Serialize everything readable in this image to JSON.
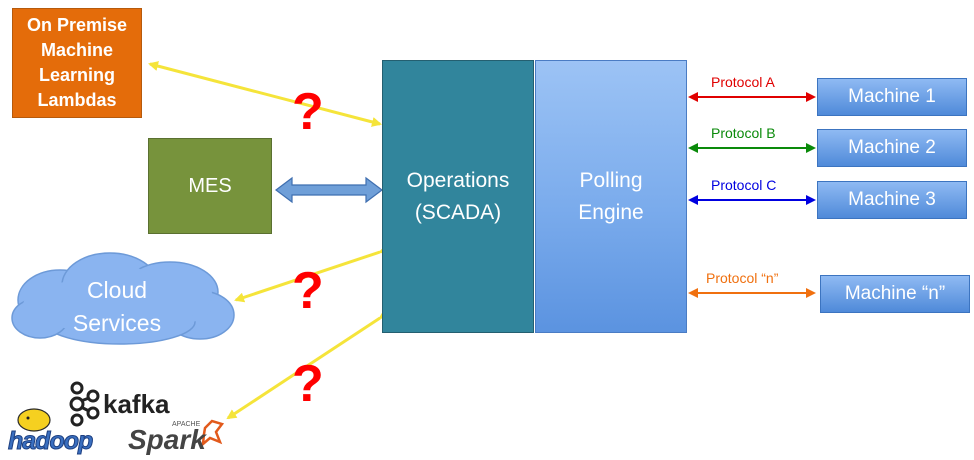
{
  "boxes": {
    "premise": "On Premise Machine Learning Lambdas",
    "mes": "MES",
    "ops_line1": "Operations",
    "ops_line2": "(SCADA)",
    "poll_line1": "Polling",
    "poll_line2": "Engine",
    "cloud_line1": "Cloud",
    "cloud_line2": "Services"
  },
  "protocols": [
    {
      "label": "Protocol A",
      "color": "#e00000"
    },
    {
      "label": "Protocol B",
      "color": "#0a8a0a"
    },
    {
      "label": "Protocol C",
      "color": "#0000e0"
    },
    {
      "label": "Protocol “n”",
      "color": "#f0700f"
    }
  ],
  "machines": [
    "Machine 1",
    "Machine 2",
    "Machine 3",
    "Machine “n”"
  ],
  "question_marks": [
    "?",
    "?",
    "?"
  ],
  "logos": {
    "kafka": "kafka",
    "hadoop": "hadoop",
    "spark": "Spark",
    "apache": "APACHE"
  },
  "colors": {
    "premise": "#e46c0a",
    "mes": "#77933c",
    "ops": "#31859c",
    "poll": "#7aabec",
    "cloud": "#8ab4f0",
    "yellow_arrow": "#f5e43a",
    "double_arrow": "#6f9fd8"
  }
}
